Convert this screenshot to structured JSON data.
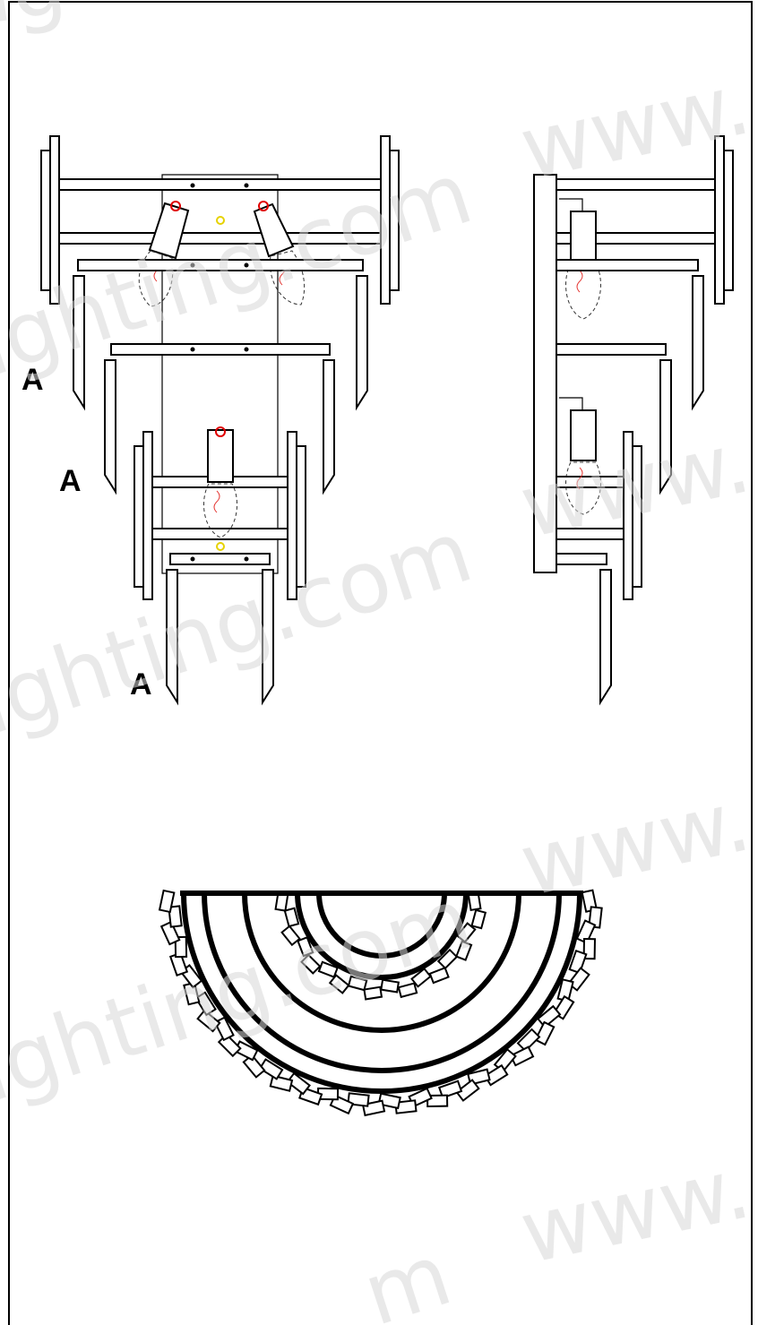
{
  "labels": {
    "a1": "A",
    "a2": "A",
    "a3": "A"
  },
  "colors": {
    "line": "#000000",
    "mounting_hole_red": "#e00000",
    "mounting_hole_yellow": "#e6d200",
    "filament": "#e53935",
    "watermark": "#d8d8d8"
  }
}
